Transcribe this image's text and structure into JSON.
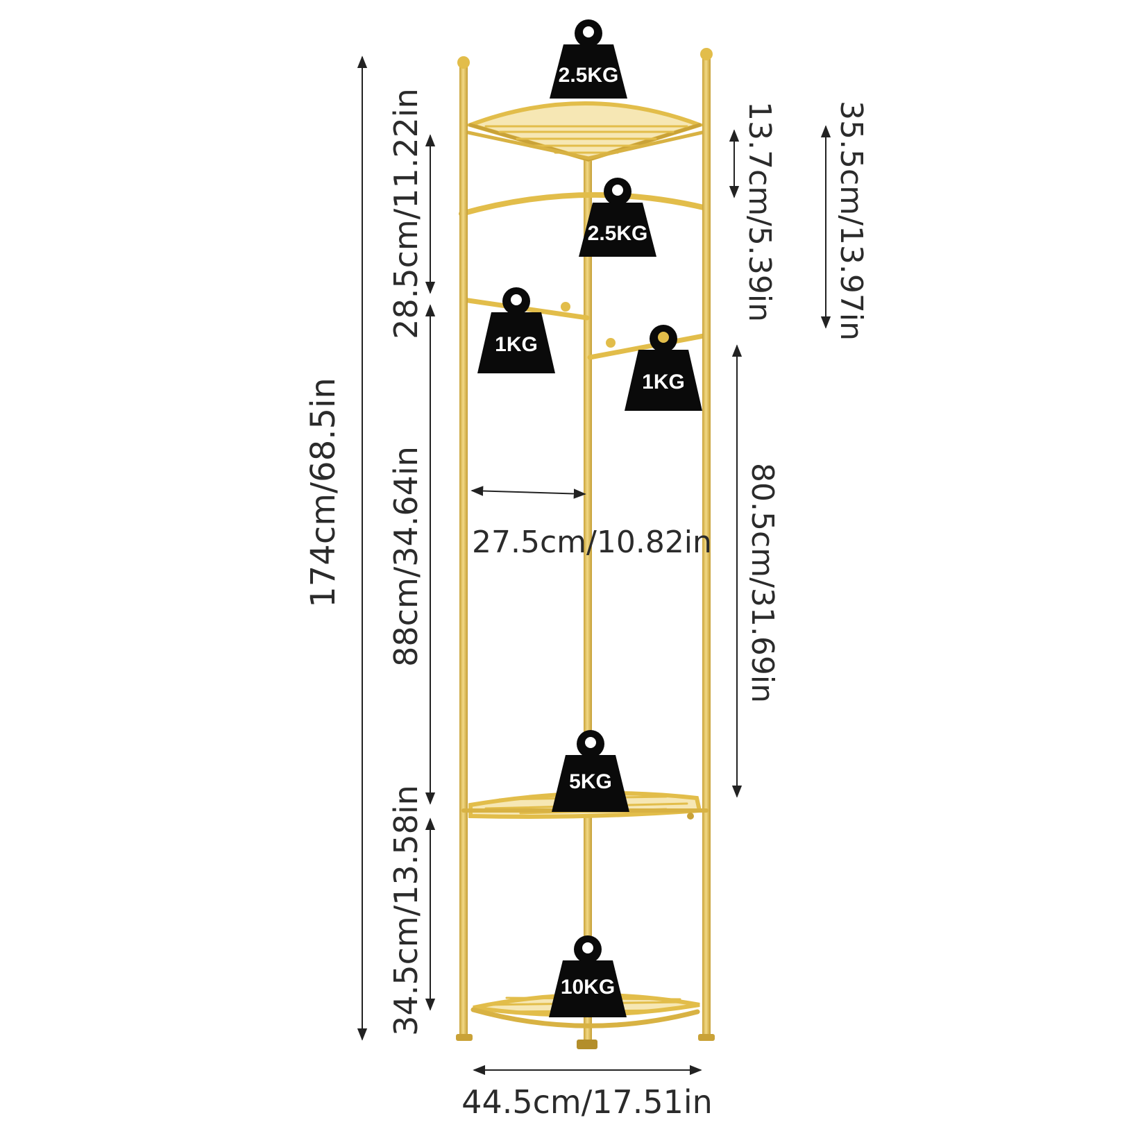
{
  "colors": {
    "gold": "#E2BD4A",
    "gold_light": "#F0D77E",
    "gold_dark": "#BF9A2C",
    "weight_fill": "#0a0a0a",
    "dimension_text": "#2b2b2b",
    "background": "#ffffff"
  },
  "dimensions": {
    "total_height": "174cm/68.5in",
    "top_section": "28.5cm/11.22in",
    "middle_section": "88cm/34.64in",
    "bottom_section": "34.5cm/13.58in",
    "top_shelf_gap": "13.7cm/5.39in",
    "top_frame": "35.5cm/13.97in",
    "hook_to_shelf": "80.5cm/31.69in",
    "shelf_depth": "27.5cm/10.82in",
    "base_width": "44.5cm/17.51in"
  },
  "weights": {
    "top_shelf": "2.5KG",
    "upper_rail": "2.5KG",
    "left_hook": "1KG",
    "right_hook": "1KG",
    "middle_shelf": "5KG",
    "bottom_shelf": "10KG"
  },
  "icons": [
    "weight-icon",
    "double-arrow-icon"
  ]
}
